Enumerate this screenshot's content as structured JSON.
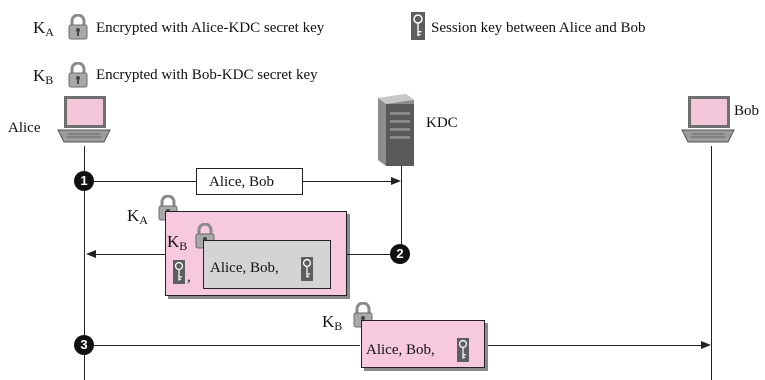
{
  "legend": {
    "ka_symbol": "K",
    "ka_sub": "A",
    "ka_text": "Encrypted with Alice-KDC secret key",
    "kb_symbol": "K",
    "kb_sub": "B",
    "kb_text": "Encrypted with Bob-KDC secret key",
    "session_text": "Session key between Alice and Bob"
  },
  "actors": {
    "alice": "Alice",
    "kdc": "KDC",
    "bob": "Bob"
  },
  "steps": {
    "s1": "1",
    "s2": "2",
    "s3": "3"
  },
  "messages": {
    "m1": "Alice, Bob",
    "m2_inner": "Alice, Bob,",
    "m2_comma": ",",
    "m3": "Alice, Bob,"
  },
  "keys": {
    "outer_symbol": "K",
    "outer_sub": "A",
    "inner_symbol": "K",
    "inner_sub": "B",
    "m3_symbol": "K",
    "m3_sub": "B"
  }
}
